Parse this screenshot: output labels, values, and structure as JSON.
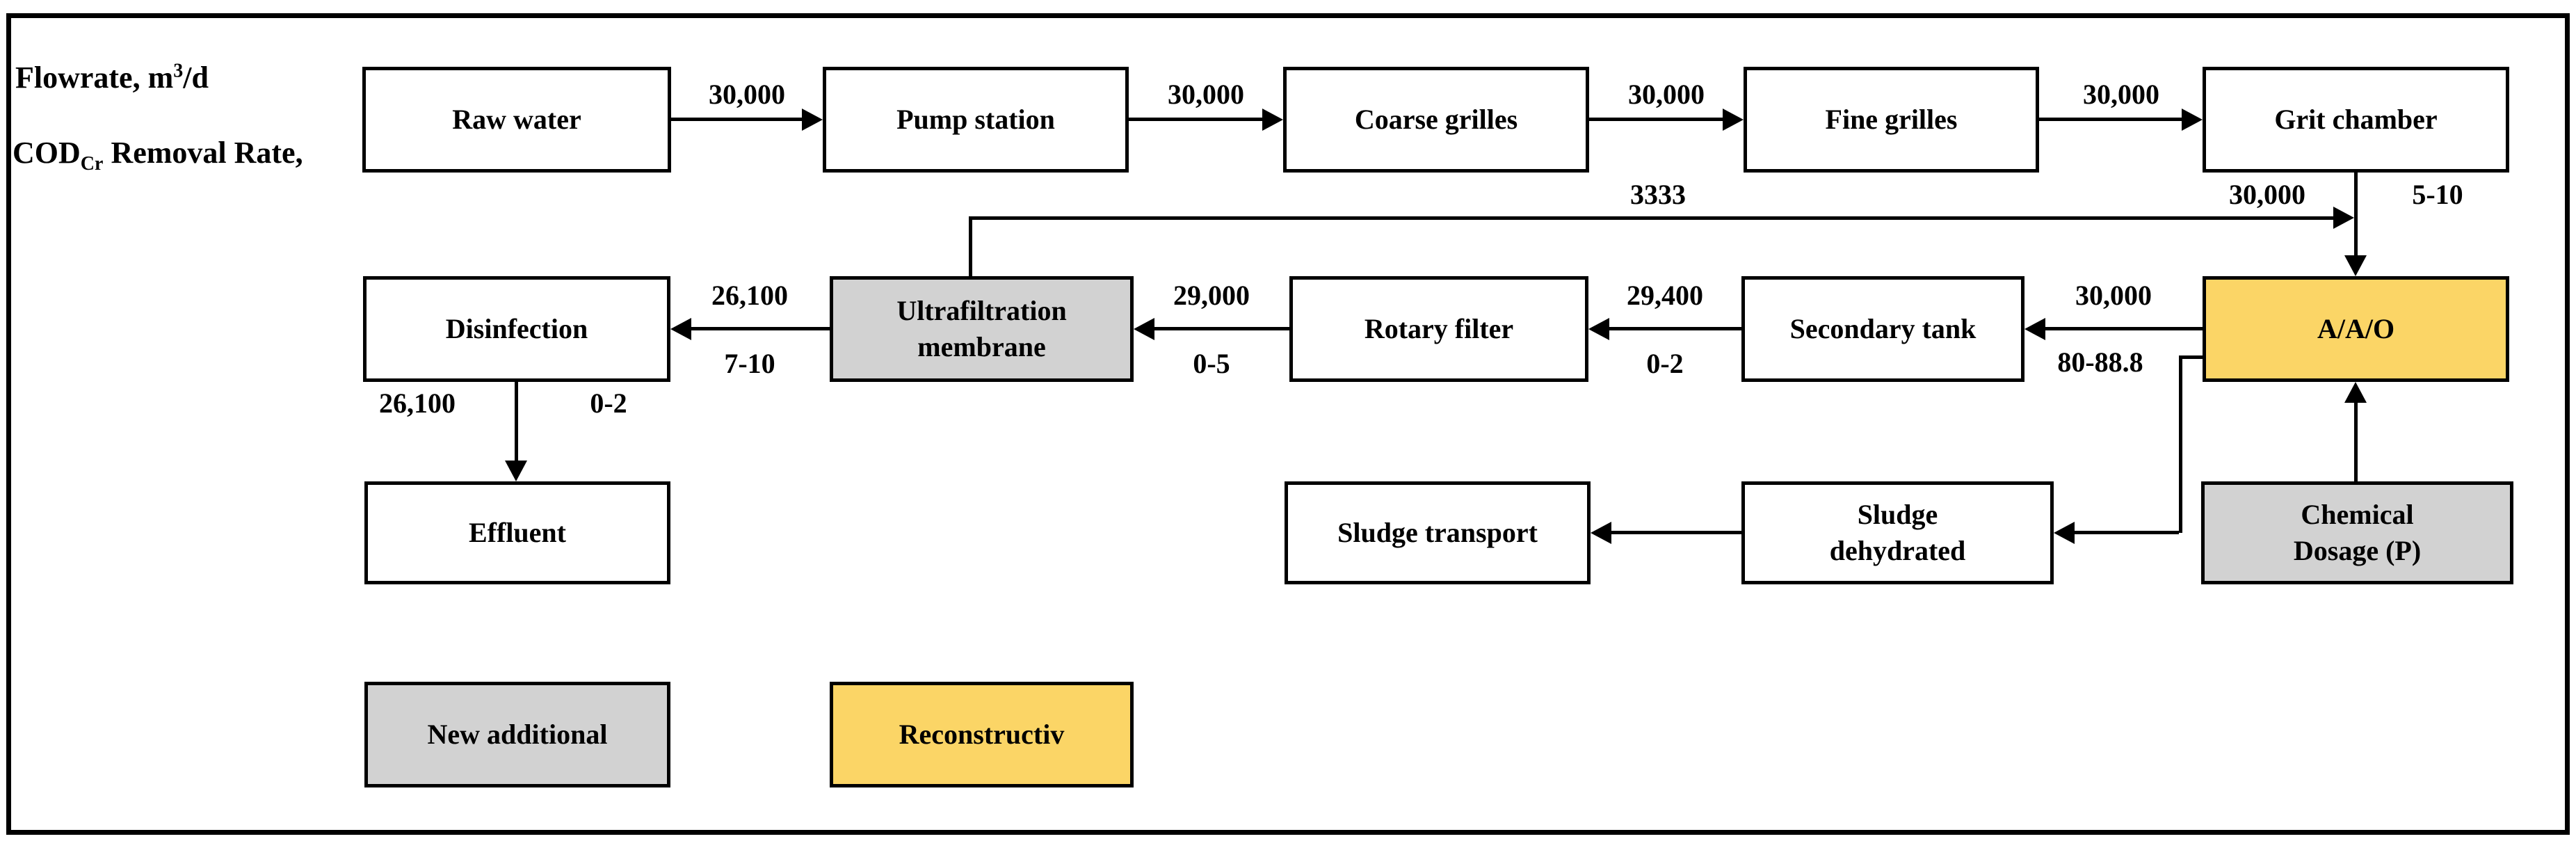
{
  "title_block": {
    "flowrate_prefix": "Flowrate, m",
    "flowrate_sup": "3",
    "flowrate_suffix": "/d",
    "cod_prefix": "COD",
    "cod_sub": "Cr",
    "cod_suffix": " Removal Rate,"
  },
  "nodes": {
    "raw_water": {
      "label": "Raw water"
    },
    "pump_station": {
      "label": "Pump station"
    },
    "coarse_grilles": {
      "label": "Coarse grilles"
    },
    "fine_grilles": {
      "label": "Fine grilles"
    },
    "grit_chamber": {
      "label": "Grit chamber"
    },
    "disinfection": {
      "label": "Disinfection"
    },
    "ultrafiltration_membrane": {
      "line1": "Ultrafiltration",
      "line2": "membrane",
      "style": "new_additional"
    },
    "rotary_filter": {
      "label": "Rotary filter"
    },
    "secondary_tank": {
      "label": "Secondary tank"
    },
    "aao": {
      "label": "A/A/O",
      "style": "reconstructive"
    },
    "effluent": {
      "label": "Effluent"
    },
    "sludge_transport": {
      "label": "Sludge transport"
    },
    "sludge_dehydrated": {
      "line1": "Sludge",
      "line2": "dehydrated"
    },
    "chemical_dosage": {
      "line1": "Chemical",
      "line2": "Dosage (P)",
      "style": "new_additional"
    }
  },
  "flows": {
    "raw_to_pump": {
      "flowrate": "30,000"
    },
    "pump_to_coarse": {
      "flowrate": "30,000"
    },
    "coarse_to_fine": {
      "flowrate": "30,000"
    },
    "fine_to_grit": {
      "flowrate": "30,000"
    },
    "grit_to_aao": {
      "flowrate": "30,000",
      "removal": "5-10"
    },
    "membrane_return_to_aao": {
      "flowrate": "3333"
    },
    "aao_to_secondary": {
      "flowrate": "30,000",
      "removal": "80-88.8"
    },
    "secondary_to_rotary": {
      "flowrate": "29,400",
      "removal": "0-2"
    },
    "rotary_to_membrane": {
      "flowrate": "29,000",
      "removal": "0-5"
    },
    "membrane_to_disinfection": {
      "flowrate": "26,100",
      "removal": "7-10"
    },
    "disinfection_to_effluent": {
      "flowrate": "26,100",
      "removal": "0-2"
    }
  },
  "legend": {
    "new_additional": {
      "label": "New additional"
    },
    "reconstructive": {
      "label": "Reconstructiv"
    }
  },
  "colors": {
    "background": "#FFFFFF",
    "line": "#000000",
    "new_additional_fill": "#D2D2D2",
    "reconstructive_fill": "#FBD566"
  }
}
